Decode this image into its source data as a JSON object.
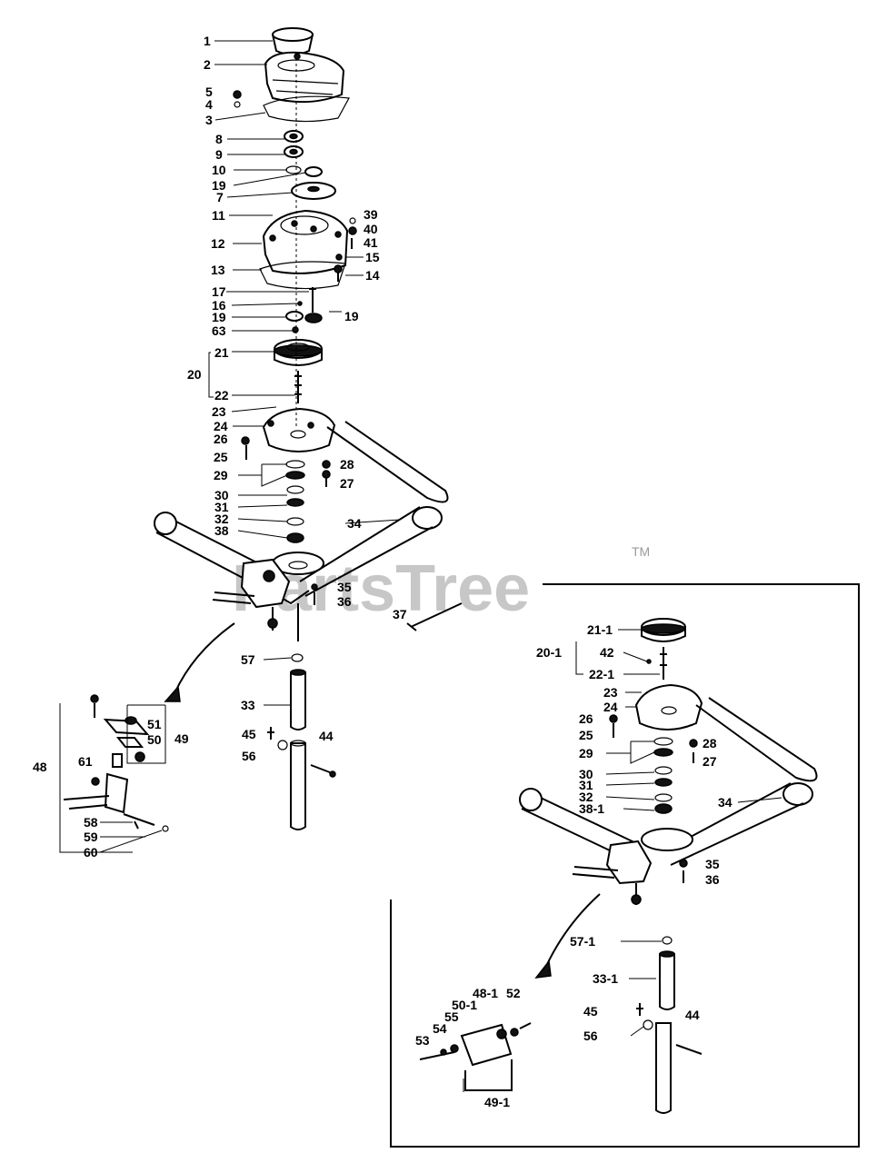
{
  "watermark": {
    "brand": "PartsTree",
    "trademark": "TM"
  },
  "main_view": {
    "labels": [
      "1",
      "2",
      "5",
      "4",
      "3",
      "8",
      "9",
      "10",
      "19",
      "7",
      "11",
      "39",
      "40",
      "12",
      "41",
      "15",
      "13",
      "14",
      "17",
      "16",
      "19",
      "19",
      "63",
      "21",
      "20",
      "22",
      "23",
      "24",
      "26",
      "25",
      "28",
      "29",
      "27",
      "30",
      "31",
      "32",
      "38",
      "34",
      "35",
      "36",
      "37",
      "57",
      "33",
      "45",
      "56",
      "44"
    ]
  },
  "lever_detail": {
    "labels": [
      "51",
      "50",
      "49",
      "48",
      "61",
      "58",
      "59",
      "60"
    ]
  },
  "alt_view": {
    "labels": [
      "21-1",
      "20-1",
      "42",
      "22-1",
      "23",
      "24",
      "26",
      "25",
      "28",
      "29",
      "27",
      "30",
      "31",
      "32",
      "38-1",
      "34",
      "35",
      "36",
      "57-1",
      "33-1",
      "45",
      "44",
      "56",
      "48-1",
      "52",
      "50-1",
      "55",
      "54",
      "53",
      "49-1"
    ]
  }
}
